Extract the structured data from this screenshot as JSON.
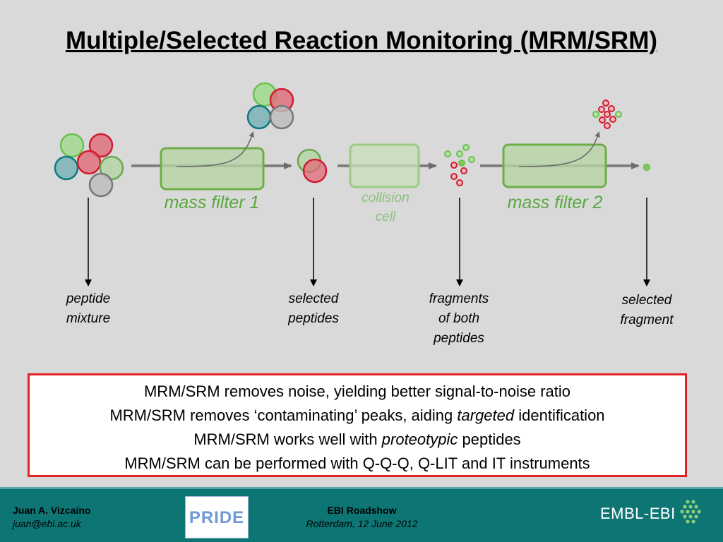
{
  "title": "Multiple/Selected Reaction Monitoring (MRM/SRM)",
  "diagram": {
    "mass_filter_1": "mass filter 1",
    "collision_cell": [
      "collision",
      "cell"
    ],
    "mass_filter_2": "mass filter 2",
    "stage_labels": {
      "peptide_mixture": [
        "peptide",
        "mixture"
      ],
      "selected_peptides": [
        "selected",
        "peptides"
      ],
      "fragments": [
        "fragments",
        "of both",
        "peptides"
      ],
      "selected_fragment": [
        "selected",
        "fragment"
      ]
    },
    "colors": {
      "filter_fill": "#b5d4a5",
      "filter_stroke": "#70ad47",
      "beam": "#7f7f7f",
      "green": "#8fcc7a",
      "red": "#e0303c",
      "teal": "#1e8a8a",
      "gray": "#b0b0b0",
      "label_green": "#58a83f"
    }
  },
  "notes": {
    "line1": "MRM/SRM removes noise, yielding better signal-to-noise ratio",
    "line2_pre": "MRM/SRM removes ‘contaminating’ peaks, aiding ",
    "line2_em": "targeted",
    "line2_post": " identification",
    "line3_pre": "MRM/SRM works well with ",
    "line3_em": "proteotypic",
    "line3_post": " peptides",
    "line4": "MRM/SRM can be performed with Q-Q-Q, Q-LIT and IT instruments"
  },
  "footer": {
    "author": "Juan A. Vizcaíno",
    "email": "juan@ebi.ac.uk",
    "event": "EBI Roadshow",
    "event_detail": "Rotterdam, 12 June 2012",
    "pride_logo_text": "PRIDE",
    "embl_logo_text": "EMBL-EBI"
  }
}
